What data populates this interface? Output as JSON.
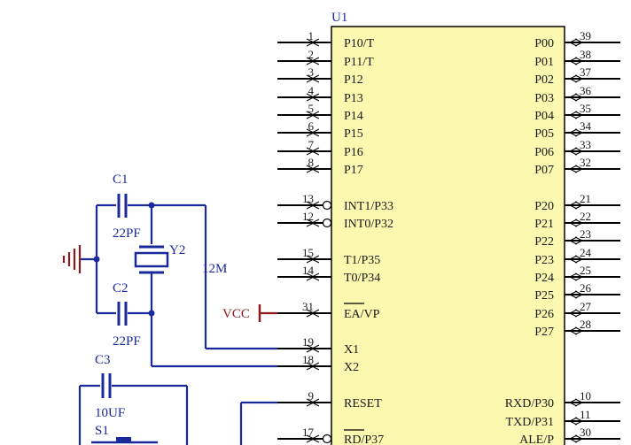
{
  "colors": {
    "chip_fill": "#fbf8b0",
    "chip_border": "#000000",
    "wire": "#1b2a9a",
    "power": "#8b1a1a",
    "text": "#1a1a1a"
  },
  "chip": {
    "ref": "U1",
    "left_pins": [
      {
        "num": "1",
        "label": "P10/T"
      },
      {
        "num": "2",
        "label": "P11/T"
      },
      {
        "num": "3",
        "label": "P12"
      },
      {
        "num": "4",
        "label": "P13"
      },
      {
        "num": "5",
        "label": "P14"
      },
      {
        "num": "6",
        "label": "P15"
      },
      {
        "num": "7",
        "label": "P16"
      },
      {
        "num": "8",
        "label": "P17"
      },
      {
        "num": "13",
        "label": "INT1/P33"
      },
      {
        "num": "12",
        "label": "INT0/P32"
      },
      {
        "num": "15",
        "label": "T1/P35"
      },
      {
        "num": "14",
        "label": "T0/P34"
      },
      {
        "num": "31",
        "label": "EA/VP"
      },
      {
        "num": "19",
        "label": "X1"
      },
      {
        "num": "18",
        "label": "X2"
      },
      {
        "num": "9",
        "label": "RESET"
      },
      {
        "num": "17",
        "label": "RD/P37"
      }
    ],
    "right_pins": [
      {
        "num": "39",
        "label": "P00"
      },
      {
        "num": "38",
        "label": "P01"
      },
      {
        "num": "37",
        "label": "P02"
      },
      {
        "num": "36",
        "label": "P03"
      },
      {
        "num": "35",
        "label": "P04"
      },
      {
        "num": "34",
        "label": "P05"
      },
      {
        "num": "33",
        "label": "P06"
      },
      {
        "num": "32",
        "label": "P07"
      },
      {
        "num": "21",
        "label": "P20"
      },
      {
        "num": "22",
        "label": "P21"
      },
      {
        "num": "23",
        "label": "P22"
      },
      {
        "num": "24",
        "label": "P23"
      },
      {
        "num": "25",
        "label": "P24"
      },
      {
        "num": "26",
        "label": "P25"
      },
      {
        "num": "27",
        "label": "P26"
      },
      {
        "num": "28",
        "label": "P27"
      },
      {
        "num": "10",
        "label": "RXD/P30"
      },
      {
        "num": "11",
        "label": "TXD/P31"
      },
      {
        "num": "30",
        "label": "ALE/P"
      }
    ]
  },
  "components": {
    "c1": {
      "ref": "C1",
      "value": "22PF"
    },
    "c2": {
      "ref": "C2",
      "value": "22PF"
    },
    "c3": {
      "ref": "C3",
      "value": "10UF"
    },
    "crystal": {
      "ref": "Y2",
      "value": "12M"
    },
    "switch": {
      "ref": "S1"
    },
    "power": {
      "label": "VCC"
    }
  }
}
